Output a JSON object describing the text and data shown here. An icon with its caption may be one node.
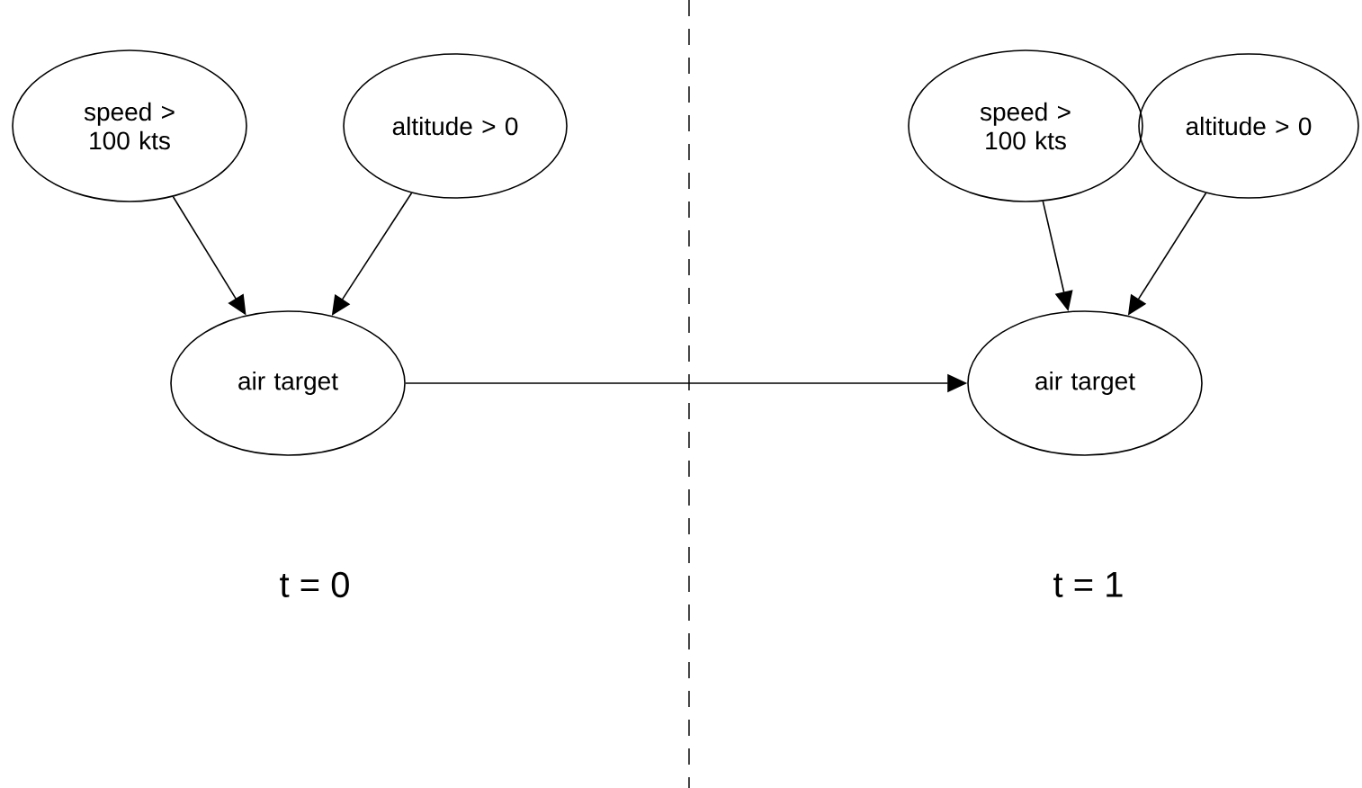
{
  "diagram": {
    "nodes": [
      {
        "text": [
          "speed > 100 kts"
        ]
      },
      {
        "text": [
          "altitude > 0"
        ]
      },
      {
        "text": [
          "air target"
        ]
      },
      {
        "text": [
          "speed > 100 kts"
        ]
      },
      {
        "text": [
          "altitude > 0"
        ]
      },
      {
        "text": [
          "air target"
        ]
      }
    ],
    "edges": [
      {
        "from": 0,
        "to": 2,
        "arrow": "to"
      },
      {
        "from": 1,
        "to": 2,
        "arrow": "to"
      },
      {
        "from": 2,
        "to": 5,
        "arrow": "to"
      },
      {
        "from": 3,
        "to": 5,
        "arrow": "to"
      },
      {
        "from": 4,
        "to": 5,
        "arrow": "to"
      }
    ],
    "labels": [
      "t = 0",
      "t = 1"
    ]
  }
}
